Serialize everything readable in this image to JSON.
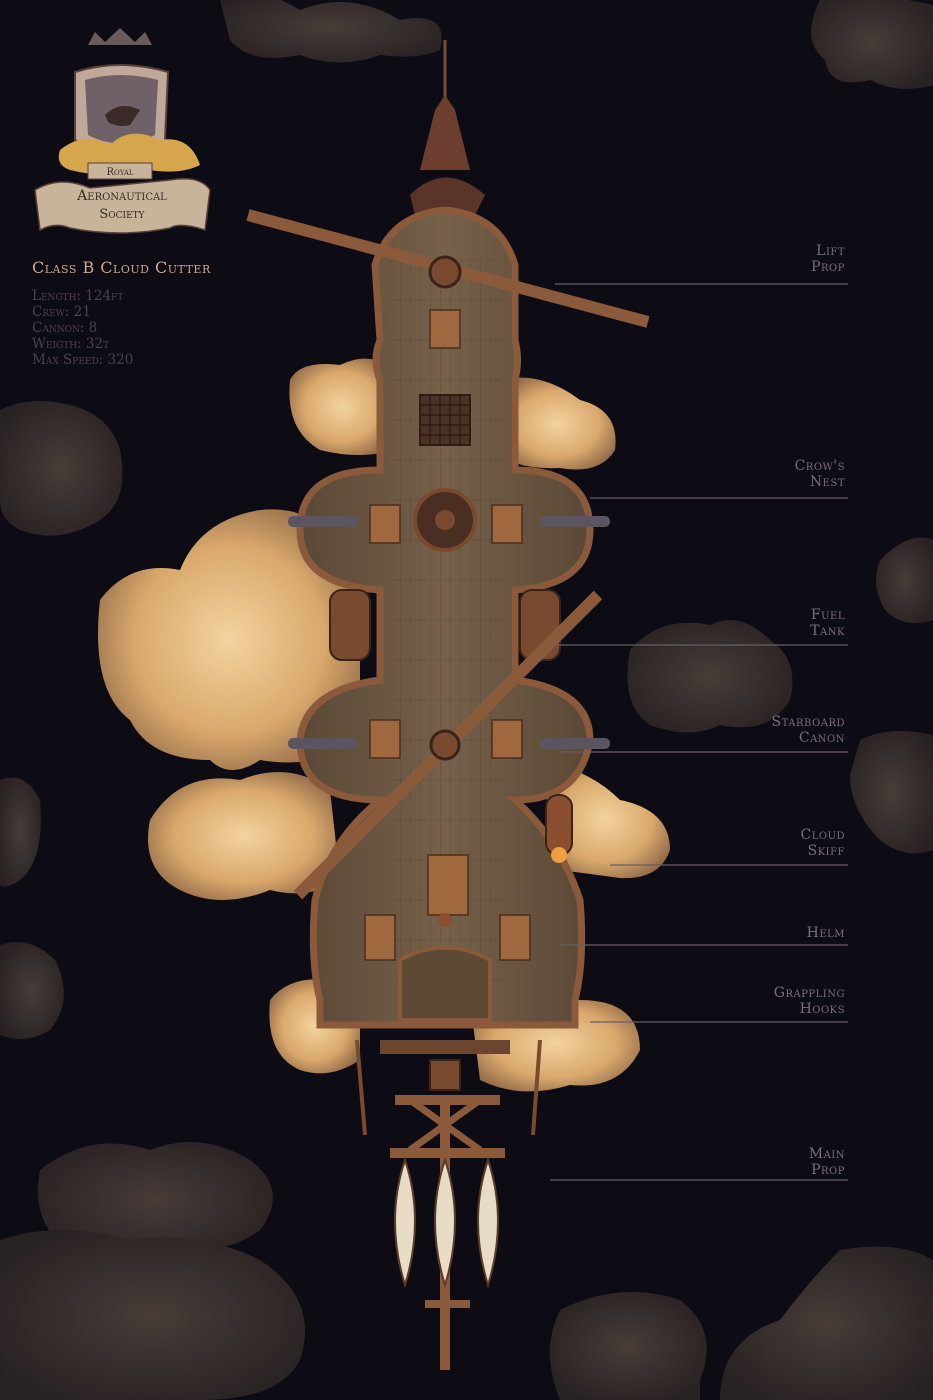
{
  "emblem": {
    "line1": "Royal",
    "line2": "Aeronautical",
    "line3": "Society"
  },
  "ship": {
    "class_name": "Class B Cloud Cutter",
    "stats": [
      "Length: 124ft",
      "Crew: 21",
      "Cannon: 8",
      "Weigth: 32t",
      "Max Speed: 320"
    ]
  },
  "callouts": [
    {
      "line1": "Lift",
      "line2": "Prop"
    },
    {
      "line1": "Crow's",
      "line2": "Nest"
    },
    {
      "line1": "Fuel",
      "line2": "Tank"
    },
    {
      "line1": "Starboard",
      "line2": "Canon"
    },
    {
      "line1": "Cloud",
      "line2": "Skiff"
    },
    {
      "line1": "Helm",
      "line2": ""
    },
    {
      "line1": "Grappling",
      "line2": "Hooks"
    },
    {
      "line1": "Main",
      "line2": "Prop"
    }
  ],
  "colors": {
    "background": "#0d0b14",
    "cloud_light": "#e9c08a",
    "cloud_dark": "#3a322f",
    "deck": "#6e5a45",
    "rail": "#8a5a3a",
    "label": "#7a6e76",
    "title": "#c9a98a"
  }
}
